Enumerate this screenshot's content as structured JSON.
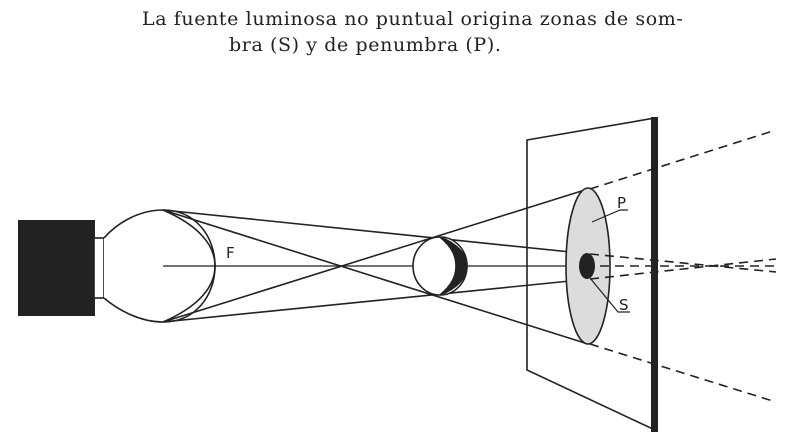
{
  "caption": {
    "line1": "La fuente luminosa no puntual origina zonas de som-",
    "line2": "bra (S) y de penumbra (P)."
  },
  "diagram": {
    "labels": {
      "source": "F",
      "penumbra": "P",
      "shadow": "S"
    },
    "colors": {
      "ink": "#222222",
      "penumbra_fill": "#dcdcdc",
      "paper": "#ffffff"
    }
  }
}
